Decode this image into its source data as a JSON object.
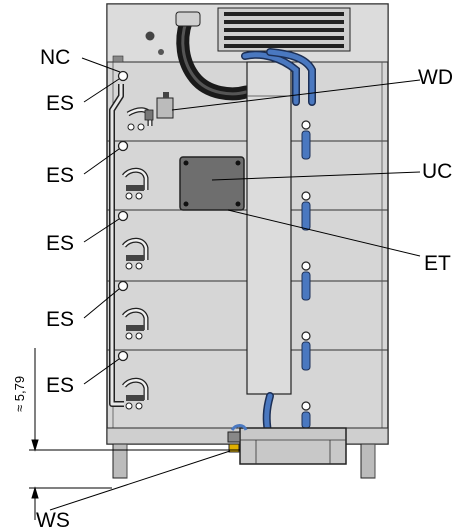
{
  "labels": {
    "nc": "NC",
    "es": [
      "ES",
      "ES",
      "ES",
      "ES",
      "ES"
    ],
    "wd": "WD",
    "uc": "UC",
    "et": "ET",
    "ws": "WS"
  },
  "dimension": {
    "text": "≈ 5,79"
  },
  "colors": {
    "cabinet": "#d6d6d6",
    "cabinet_edge": "#2b2b2b",
    "hose_blue": "#4a78c0",
    "drain_black": "#1a1a1a",
    "controller": "#6e6e6e",
    "valve_yellow": "#e0b000"
  }
}
